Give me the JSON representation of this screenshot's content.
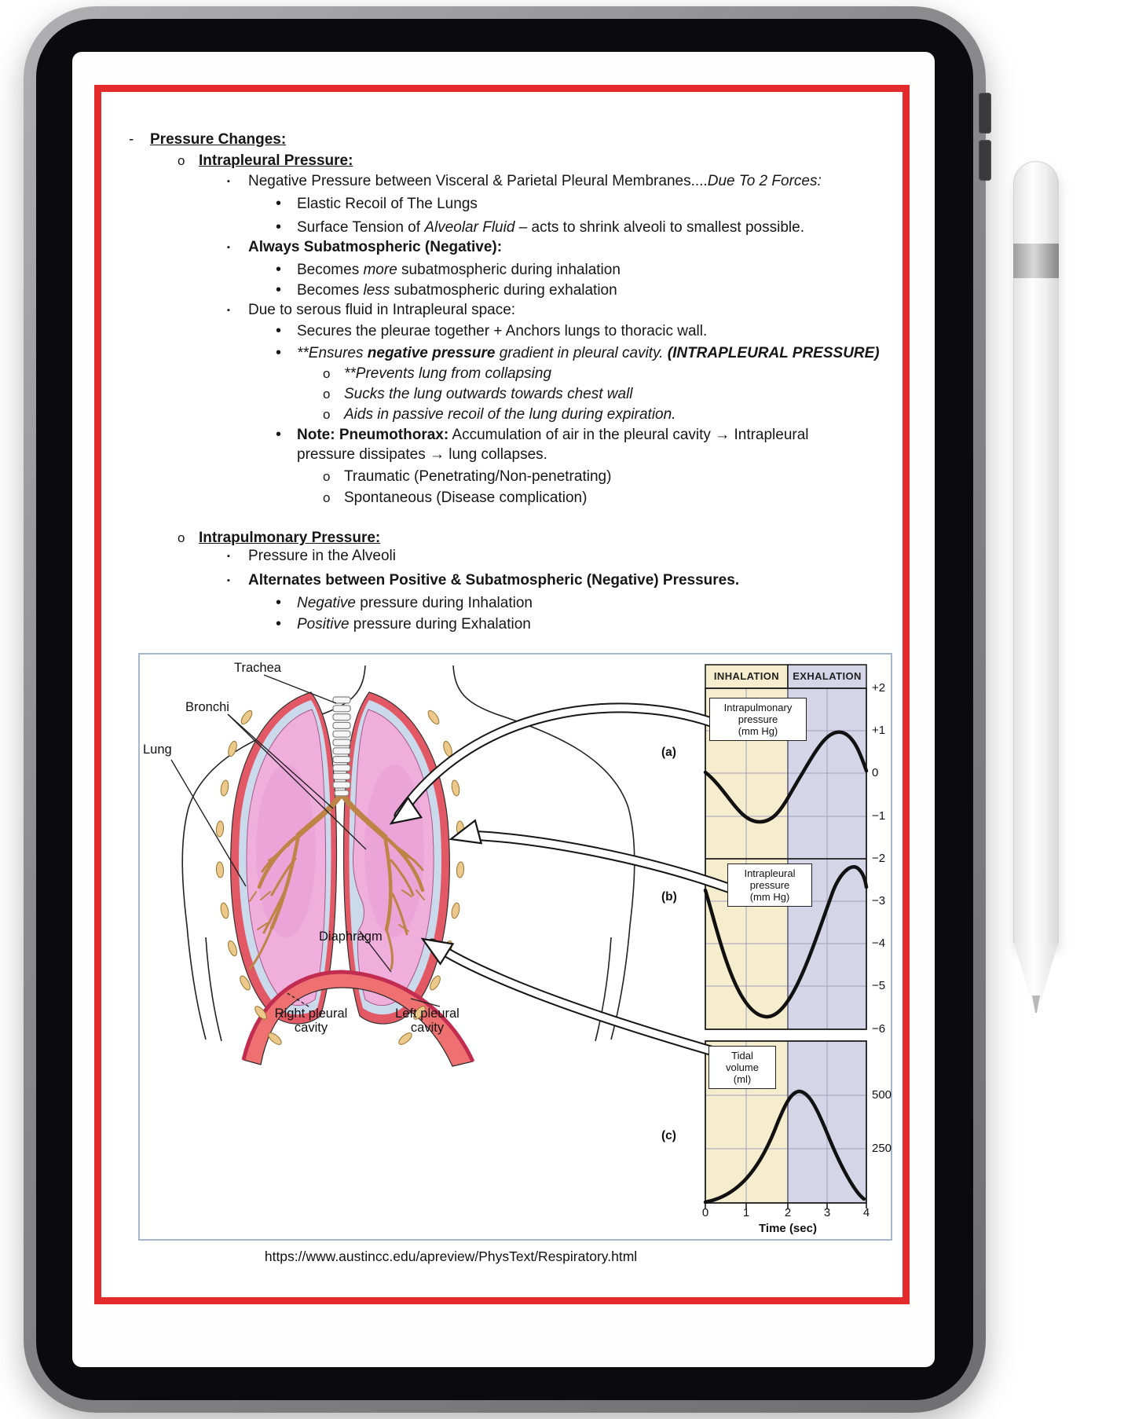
{
  "notes": {
    "lines": [
      {
        "marker": "-",
        "segs": [
          "Pressure Changes:"
        ]
      },
      {
        "marker": "o",
        "segs": [
          "Intrapleural Pressure:"
        ]
      },
      {
        "marker": "▪",
        "segs": [
          "Negative Pressure between Visceral & Parietal Pleural Membranes....",
          "Due To 2 Forces:"
        ]
      },
      {
        "marker": "•",
        "segs": [
          "Elastic Recoil of The Lungs"
        ]
      },
      {
        "marker": "•",
        "segs": [
          "Surface Tension of ",
          "Alveolar Fluid",
          " – acts to shrink alveoli to smallest possible."
        ]
      },
      {
        "marker": "▪",
        "segs": [
          "Always Subatmospheric (Negative):"
        ]
      },
      {
        "marker": "•",
        "segs": [
          "Becomes ",
          "more",
          " subatmospheric during inhalation"
        ]
      },
      {
        "marker": "•",
        "segs": [
          "Becomes ",
          "less",
          " subatmospheric during exhalation"
        ]
      },
      {
        "marker": "▪",
        "segs": [
          "Due to serous fluid in Intrapleural space:"
        ]
      },
      {
        "marker": "•",
        "segs": [
          "Secures the pleurae together + Anchors lungs to thoracic wall."
        ]
      },
      {
        "marker": "•",
        "segs": [
          "**Ensures ",
          "negative pressure",
          " gradient in pleural cavity. ",
          "(INTRAPLEURAL PRESSURE)"
        ]
      },
      {
        "marker": "o",
        "segs": [
          "**Prevents lung from collapsing"
        ]
      },
      {
        "marker": "o",
        "segs": [
          "Sucks the lung outwards towards chest wall"
        ]
      },
      {
        "marker": "o",
        "segs": [
          "Aids in passive recoil of the lung during expiration."
        ]
      },
      {
        "marker": "•",
        "segs": [
          "Note: Pneumothorax:",
          " Accumulation of air in the pleural cavity → Intrapleural"
        ]
      },
      {
        "marker": "",
        "segs": [
          "pressure dissipates → lung collapses."
        ]
      },
      {
        "marker": "o",
        "segs": [
          "Traumatic (Penetrating/Non-penetrating)"
        ]
      },
      {
        "marker": "o",
        "segs": [
          "Spontaneous (Disease complication)"
        ]
      },
      {
        "marker": "o",
        "segs": [
          "Intrapulmonary Pressure:"
        ]
      },
      {
        "marker": "▪",
        "segs": [
          "Pressure in the Alveoli"
        ]
      },
      {
        "marker": "▪",
        "segs": [
          "Alternates between Positive & Subatmospheric (Negative) Pressures."
        ]
      },
      {
        "marker": "•",
        "segs": [
          "Negative",
          " pressure during Inhalation"
        ]
      },
      {
        "marker": "•",
        "segs": [
          "Positive",
          " pressure during Exhalation"
        ]
      }
    ]
  },
  "figure": {
    "labels": {
      "trachea": "Trachea",
      "bronchi": "Bronchi",
      "lung": "Lung",
      "diaphragm": "Diaphragm",
      "right_pleural_1": "Right pleural",
      "right_pleural_2": "cavity",
      "left_pleural_1": "Left pleural",
      "left_pleural_2": "cavity"
    },
    "graphs": {
      "inhalation": "INHALATION",
      "exhalation": "EXHALATION",
      "a_label": "(a)",
      "b_label": "(b)",
      "c_label": "(c)",
      "a_box_1": "Intrapulmonary",
      "a_box_2": "pressure",
      "a_box_3": "(mm Hg)",
      "b_box_1": "Intrapleural",
      "b_box_2": "pressure",
      "b_box_3": "(mm Hg)",
      "c_box_1": "Tidal",
      "c_box_2": "volume",
      "c_box_3": "(ml)",
      "pressure_ticks": [
        "+2",
        "+1",
        "0",
        "−1",
        "−2",
        "−3",
        "−4",
        "−5",
        "−6"
      ],
      "volume_ticks": [
        "500",
        "250"
      ],
      "x_ticks": [
        "0",
        "1",
        "2",
        "3",
        "4"
      ],
      "x_axis": "Time (sec)"
    },
    "source_url": "https://www.austincc.edu/apreview/PhysText/Respiratory.html"
  },
  "colors": {
    "accent_border": "#e32b2b",
    "inhalation_bg": "#f6ecce",
    "exhalation_bg": "#d4d6e7",
    "curve": "#111111",
    "lung_pink": "#f0aedd",
    "pleura_blue": "#cbd9ec",
    "body_wall_red": "#e25864",
    "diaphragm_red": "#ee7070"
  },
  "chart_data": [
    {
      "type": "line",
      "panel": "(a)",
      "title": "Intrapulmonary pressure (mm Hg)",
      "x": [
        0,
        0.5,
        1,
        1.5,
        2,
        2.5,
        3,
        3.5,
        4
      ],
      "values": [
        0,
        -0.8,
        -1.1,
        -0.7,
        0,
        0.7,
        1.0,
        0.6,
        0
      ],
      "xlabel": "Time (sec)",
      "ylim": [
        -2,
        2
      ],
      "yticks": [
        2,
        1,
        0,
        -1,
        -2
      ],
      "phases": [
        {
          "name": "INHALATION",
          "x": [
            0,
            2
          ]
        },
        {
          "name": "EXHALATION",
          "x": [
            2,
            4
          ]
        }
      ],
      "grid": true
    },
    {
      "type": "line",
      "panel": "(b)",
      "title": "Intrapleural pressure (mm Hg)",
      "x": [
        0,
        0.5,
        1,
        1.5,
        2,
        2.5,
        3,
        3.5,
        4
      ],
      "values": [
        -2.8,
        -4.3,
        -5.3,
        -5.8,
        -5.7,
        -4.5,
        -3.2,
        -2.6,
        -2.9
      ],
      "xlabel": "Time (sec)",
      "ylim": [
        -6,
        -2
      ],
      "yticks": [
        -2,
        -3,
        -4,
        -5,
        -6
      ],
      "phases": [
        {
          "name": "INHALATION",
          "x": [
            0,
            2
          ]
        },
        {
          "name": "EXHALATION",
          "x": [
            2,
            4
          ]
        }
      ],
      "grid": true
    },
    {
      "type": "line",
      "panel": "(c)",
      "title": "Tidal volume (ml)",
      "x": [
        0,
        0.5,
        1,
        1.5,
        2,
        2.5,
        3,
        3.5,
        4
      ],
      "values": [
        0,
        60,
        180,
        380,
        500,
        480,
        320,
        140,
        20
      ],
      "xlabel": "Time (sec)",
      "ylim": [
        0,
        750
      ],
      "yticks": [
        500,
        250
      ],
      "phases": [
        {
          "name": "INHALATION",
          "x": [
            0,
            2
          ]
        },
        {
          "name": "EXHALATION",
          "x": [
            2,
            4
          ]
        }
      ],
      "grid": true
    }
  ]
}
